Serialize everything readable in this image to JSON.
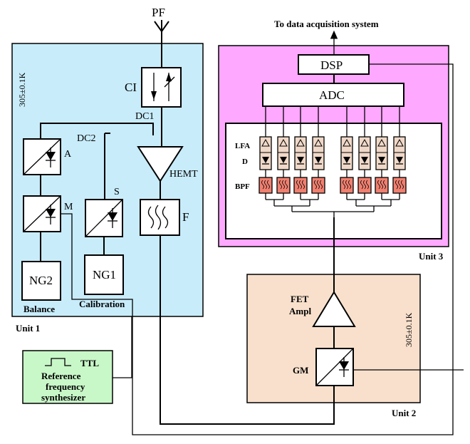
{
  "colors": {
    "unit1_bg": "#c8ecfa",
    "unit2_bg": "#f8e0cc",
    "unit3_bg": "#ffa8ff",
    "synth_bg": "#c8f7c8",
    "bpf_fill": "#f08070",
    "lfa_fill": "#f0d8c8"
  },
  "labels": {
    "pf": "PF",
    "to_daq": "To data acquisition system",
    "unit1_temp": "305±0.1K",
    "unit2_temp": "305±0.1K",
    "ci": "CI",
    "dc1": "DC1",
    "dc2": "DC2",
    "a": "A",
    "m": "M",
    "s": "S",
    "hemt": "HEMT",
    "f": "F",
    "ng2": "NG2",
    "ng1": "NG1",
    "balance": "Balance",
    "calibration": "Calibration",
    "unit1": "Unit 1",
    "dsp": "DSP",
    "adc": "ADC",
    "lfa": "LFA",
    "d": "D",
    "bpf": "BPF",
    "unit3": "Unit 3",
    "fet_line1": "FET",
    "fet_line2": "Ampl",
    "gm": "GM",
    "unit2": "Unit 2",
    "ttl": "TTL",
    "synth_line1": "Reference",
    "synth_line2": "frequency",
    "synth_line3": "synthesizer"
  }
}
